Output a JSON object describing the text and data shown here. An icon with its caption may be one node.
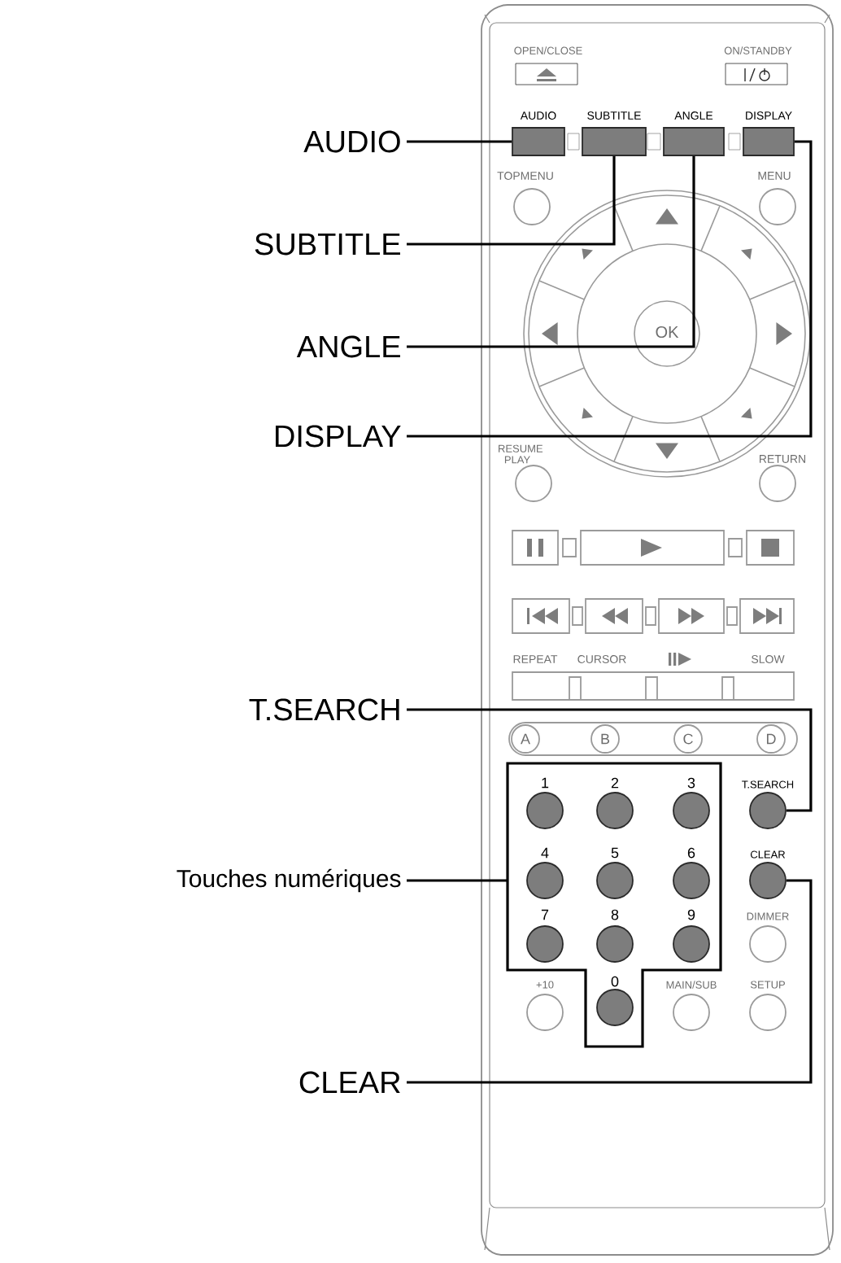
{
  "diagram": {
    "nodes": [
      {
        "text": [
          "AUDIO"
        ]
      },
      {
        "text": [
          "SUBTITLE"
        ]
      },
      {
        "text": [
          "ANGLE"
        ]
      },
      {
        "text": [
          "DISPLAY"
        ]
      },
      {
        "text": [
          "T.SEARCH"
        ]
      },
      {
        "text": [
          "Touches numériques"
        ]
      },
      {
        "text": [
          "CLEAR"
        ]
      },
      {
        "text": [
          "AUDIO"
        ]
      },
      {
        "text": [
          "SUBTITLE"
        ]
      },
      {
        "text": [
          "ANGLE"
        ]
      },
      {
        "text": [
          "DISPLAY"
        ]
      },
      {
        "text": [
          "T.SEARCH"
        ]
      },
      {
        "text": [
          "1",
          "2",
          "3",
          "4",
          "5",
          "6",
          "7",
          "8",
          "9",
          "0"
        ]
      },
      {
        "text": [
          "CLEAR"
        ]
      }
    ],
    "edges": [
      {
        "from": 0,
        "to": 7,
        "arrow": "none"
      },
      {
        "from": 1,
        "to": 8,
        "arrow": "none"
      },
      {
        "from": 2,
        "to": 9,
        "arrow": "none"
      },
      {
        "from": 3,
        "to": 10,
        "arrow": "none"
      },
      {
        "from": 4,
        "to": 11,
        "arrow": "none"
      },
      {
        "from": 5,
        "to": 12,
        "arrow": "none"
      },
      {
        "from": 6,
        "to": 13,
        "arrow": "none"
      }
    ],
    "labels": [
      "OPEN/CLOSE",
      "ON/STANDBY",
      "TOPMENU",
      "MENU",
      "OK",
      "RESUME PLAY",
      "RETURN",
      "REPEAT",
      "CURSOR",
      "SLOW",
      "A",
      "B",
      "C",
      "D",
      "DIMMER",
      "+10",
      "MAIN/SUB",
      "SETUP"
    ]
  }
}
